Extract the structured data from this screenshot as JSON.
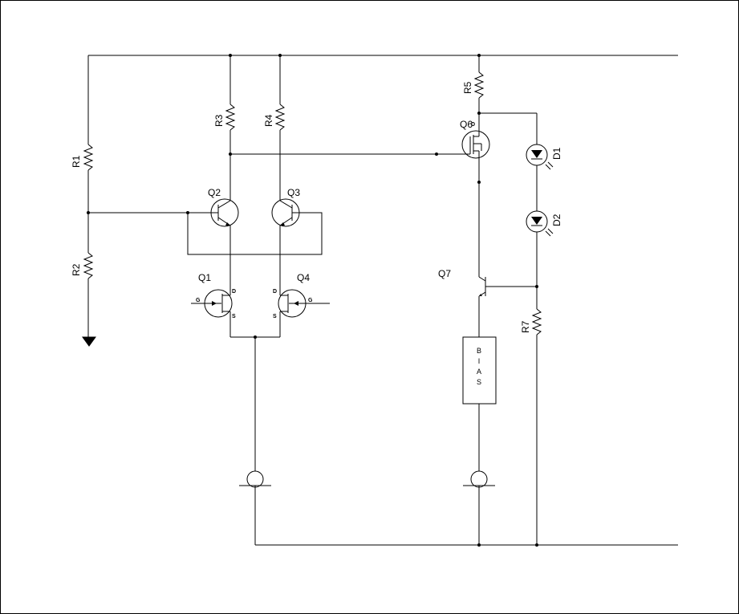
{
  "labels": {
    "r1": "R1",
    "r2": "R2",
    "r3": "R3",
    "r4": "R4",
    "r5": "R5",
    "r7": "R7",
    "q1": "Q1",
    "q2": "Q2",
    "q3": "Q3",
    "q4": "Q4",
    "q6": "Q6",
    "q7": "Q7",
    "d1": "D1",
    "d2": "D2"
  },
  "pins": {
    "q1_d": "D",
    "q1_g": "G",
    "q1_s": "S",
    "q4_d": "D",
    "q4_g": "G",
    "q4_s": "S",
    "q6_d": "D"
  },
  "bias_box": {
    "letters": [
      "B",
      "I",
      "A",
      "S"
    ]
  }
}
